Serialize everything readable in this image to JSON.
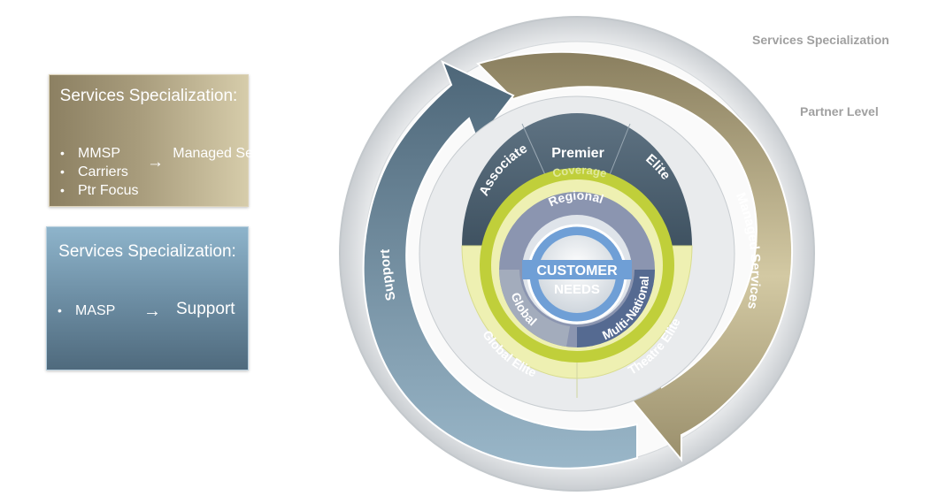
{
  "legend": {
    "services_box": {
      "title": "Services Specialization:",
      "bullets": [
        "MMSP",
        "Carriers",
        "Ptr Focus"
      ],
      "arrow": "→",
      "target": "Managed Services"
    },
    "support_box": {
      "title": "Services Specialization:",
      "bullets": [
        "MASP"
      ],
      "arrow": "→",
      "target": "Support"
    }
  },
  "side_labels": {
    "services_specialization": "Services Specialization",
    "partner_level": "Partner Level"
  },
  "diagram": {
    "outer_arrows": {
      "support": "Support",
      "managed_services": "Managed Services"
    },
    "partner_levels": {
      "associate": "Associate",
      "premier": "Premier",
      "elite": "Elite",
      "global_elite": "Global Elite",
      "theatre_elite": "Theatre Elite"
    },
    "coverage": {
      "label": "Coverage",
      "regional": "Regional",
      "global": "Global",
      "multi_national": "Multi-National"
    },
    "center": {
      "line1": "CUSTOMER",
      "line2": "NEEDS"
    }
  },
  "colors": {
    "gold_box": "#a89c7c",
    "blue_box": "#6d8ea4",
    "support_arrow": "#6f90a6",
    "managed_arrow": "#b4aa84",
    "dark_band": "#4c5f6e",
    "light_band": "#eef0b2",
    "coverage_ring": "#c0cf3a",
    "center_blue": "#6f9fd6"
  }
}
